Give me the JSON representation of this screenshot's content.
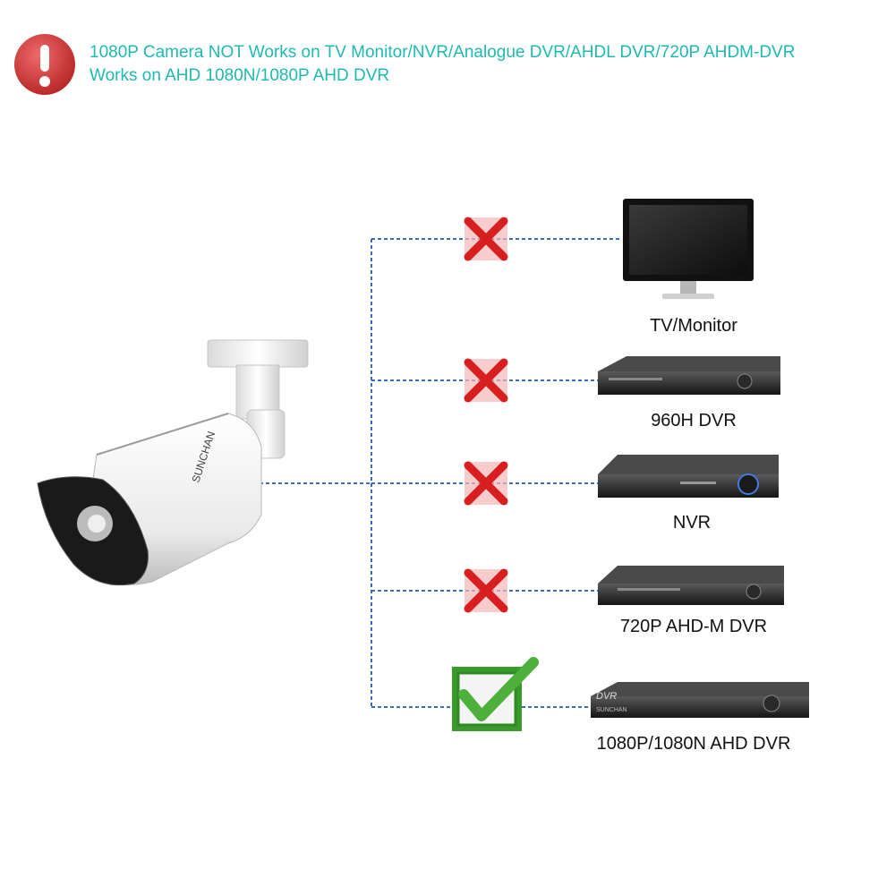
{
  "notice": {
    "line1": "1080P Camera NOT Works on TV Monitor/NVR/Analogue DVR/AHDL DVR/720P AHDM-DVR",
    "line2": "Works on AHD 1080N/1080P AHD DVR",
    "text_color": "#1eb9b0",
    "badge_icon": "exclamation-icon",
    "badge_color": "#d63a3a"
  },
  "camera": {
    "brand": "SUNCHAN"
  },
  "devices": [
    {
      "label": "TV/Monitor",
      "status": "not-compatible",
      "icon": "monitor-icon"
    },
    {
      "label": "960H DVR",
      "status": "not-compatible",
      "icon": "dvr-icon"
    },
    {
      "label": "NVR",
      "status": "not-compatible",
      "icon": "nvr-icon"
    },
    {
      "label": "720P AHD-M DVR",
      "status": "not-compatible",
      "icon": "dvr-icon"
    },
    {
      "label": "1080P/1080N AHD DVR",
      "status": "compatible",
      "icon": "dvr-icon",
      "screen_text": "DVR",
      "brand": "SUNCHAN"
    }
  ],
  "colors": {
    "connector": "#3a6fb4",
    "cross": "#d81f1f",
    "cross_box": "#f2b7b7",
    "check": "#3ea82f",
    "check_box": "#2f8a22"
  }
}
